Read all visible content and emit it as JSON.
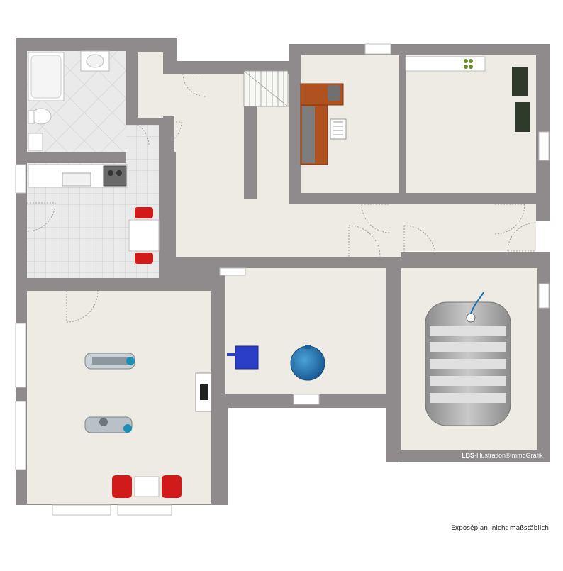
{
  "credit": {
    "brand": "LBS",
    "text": "-Illustration©immoGrafik"
  },
  "caption": "Exposéplan, nicht maßstäblich",
  "colors": {
    "wall": "#8f8a8c",
    "floor": "#edebe3",
    "tile": "#e8e8e8",
    "tile_line": "#cfcfcf",
    "desk_wood": "#b0521f",
    "chair_red": "#d11a1a",
    "boiler_blue": "#1f6fb0",
    "pump_blue": "#2a3ec7",
    "tank_grey": "#a7a7a7"
  }
}
